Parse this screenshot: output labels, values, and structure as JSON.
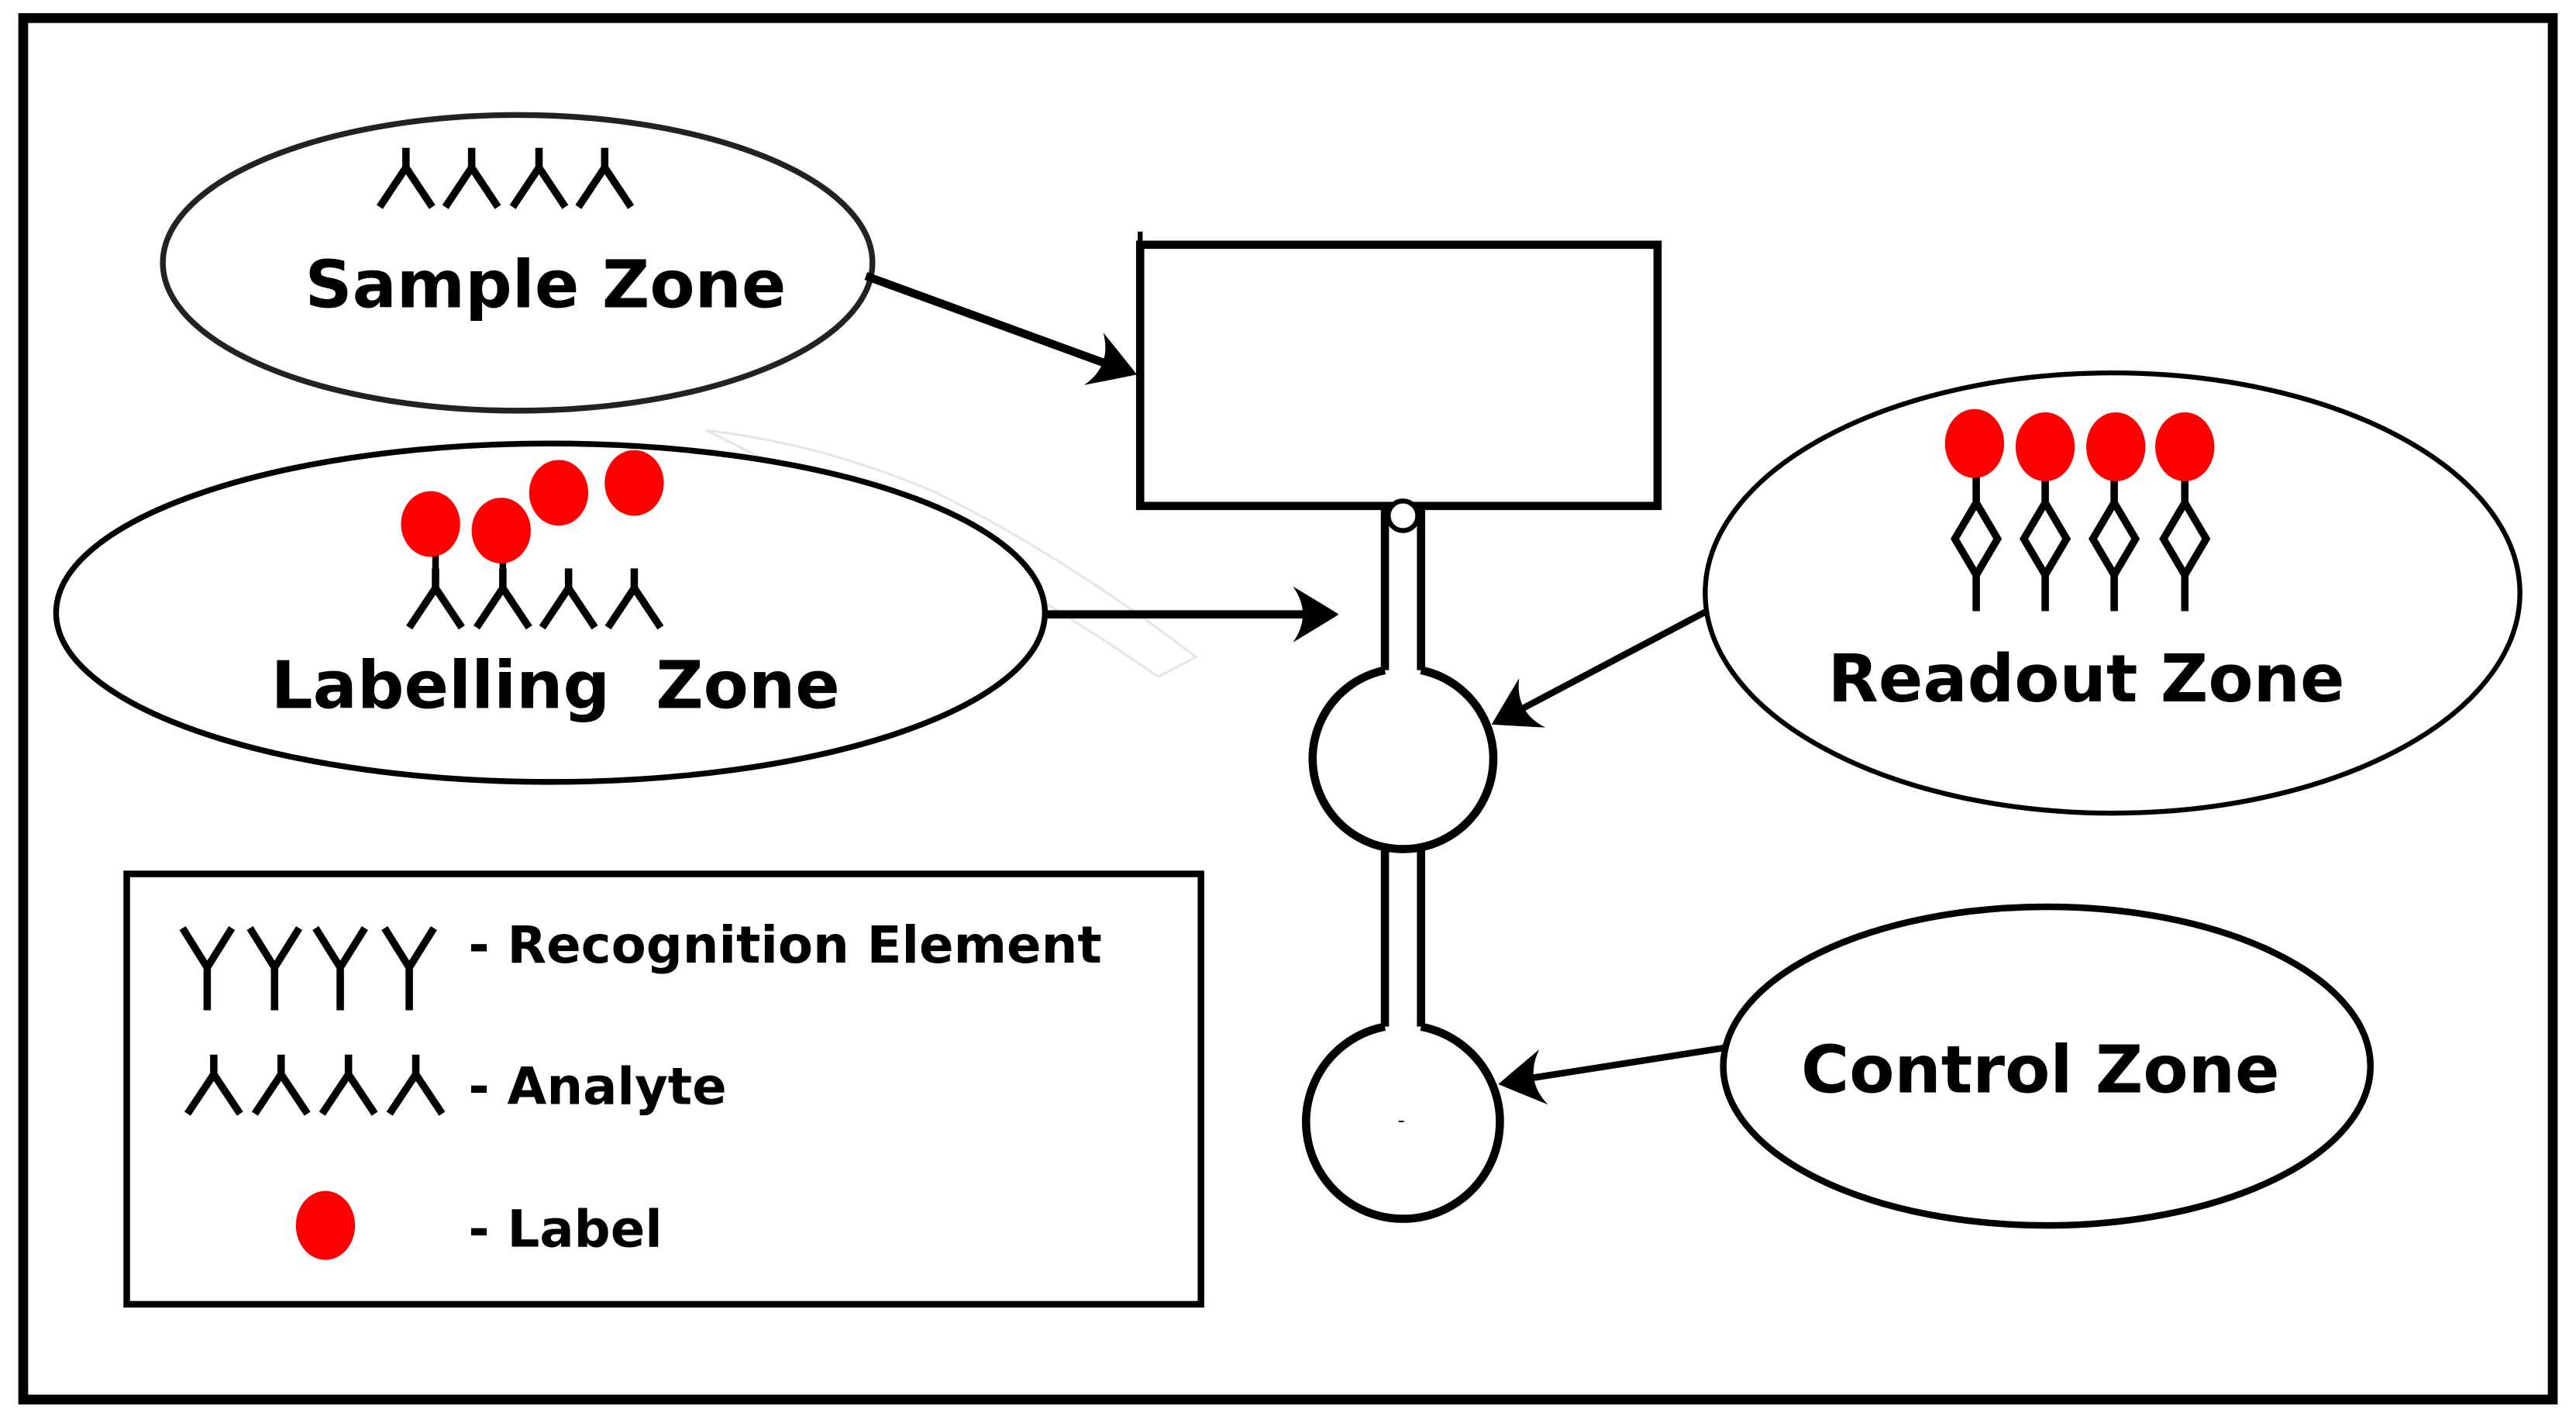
{
  "zones": {
    "sample": {
      "label": "Sample Zone"
    },
    "labelling": {
      "label": "Labelling  Zone"
    },
    "readout": {
      "label": "Readout Zone"
    },
    "control": {
      "label": "Control Zone"
    }
  },
  "legend": {
    "items": [
      {
        "symbol": "recognition-element",
        "text": "- Recognition Element"
      },
      {
        "symbol": "analyte",
        "text": "- Analyte"
      },
      {
        "symbol": "label",
        "text": "- Label"
      }
    ]
  },
  "device": {
    "control_pad_mark": "-"
  },
  "colors": {
    "label": "#ff0000",
    "stroke": "#000000",
    "background": "#ffffff"
  }
}
